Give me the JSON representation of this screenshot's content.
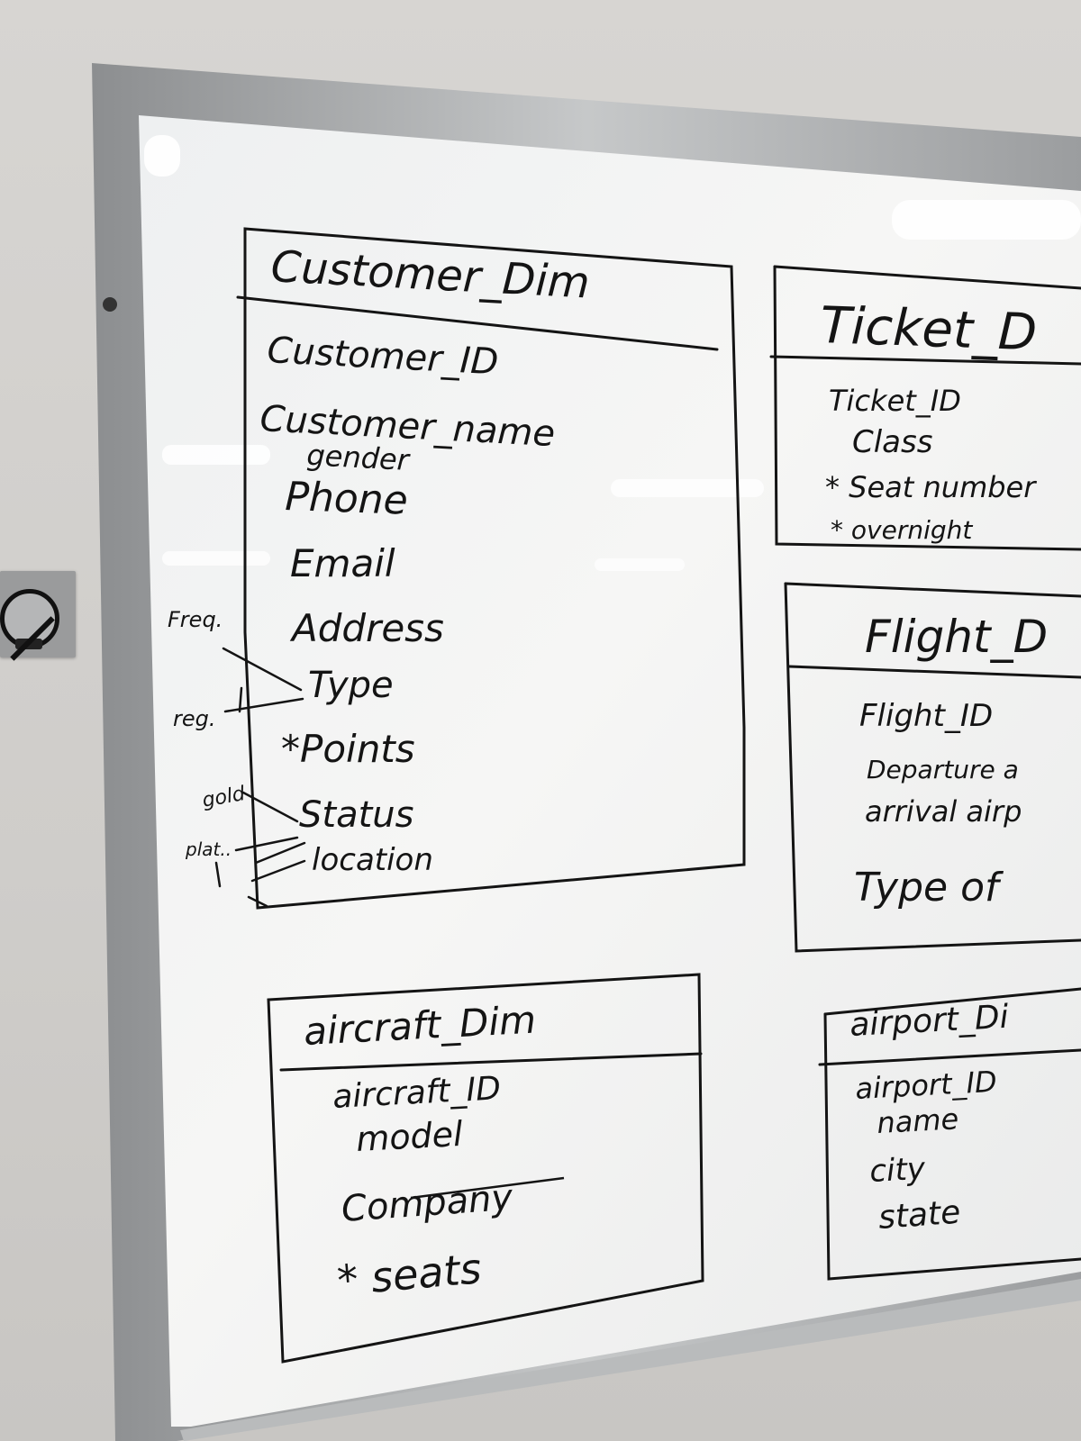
{
  "board": {
    "tables": [
      {
        "title": "Customer_Dim",
        "fields": [
          "Customer_ID",
          "Customer_name",
          "gender",
          "Phone",
          "Email",
          "Address",
          "Type",
          "*Points",
          "Status",
          "location"
        ]
      },
      {
        "title": "Ticket_D",
        "fields": [
          "Ticket_ID",
          "Class",
          "* Seat number",
          "* overnight"
        ]
      },
      {
        "title": "Flight_D",
        "fields": [
          "Flight_ID",
          "Departure a",
          "arrival airp",
          "Type of"
        ]
      },
      {
        "title": "aircraft_Dim",
        "fields": [
          "aircraft_ID",
          "model",
          "Company",
          "* seats"
        ]
      },
      {
        "title": "airport_Di",
        "fields": [
          "airport_ID",
          "name",
          "city",
          "state"
        ]
      }
    ],
    "margin_notes": {
      "freq": "Freq.",
      "reg": "reg.",
      "gold": "gold",
      "plat": "plat.."
    }
  },
  "colors": {
    "board": "#f3f3f2",
    "frame": "#a9abac",
    "marker": "#141414"
  }
}
